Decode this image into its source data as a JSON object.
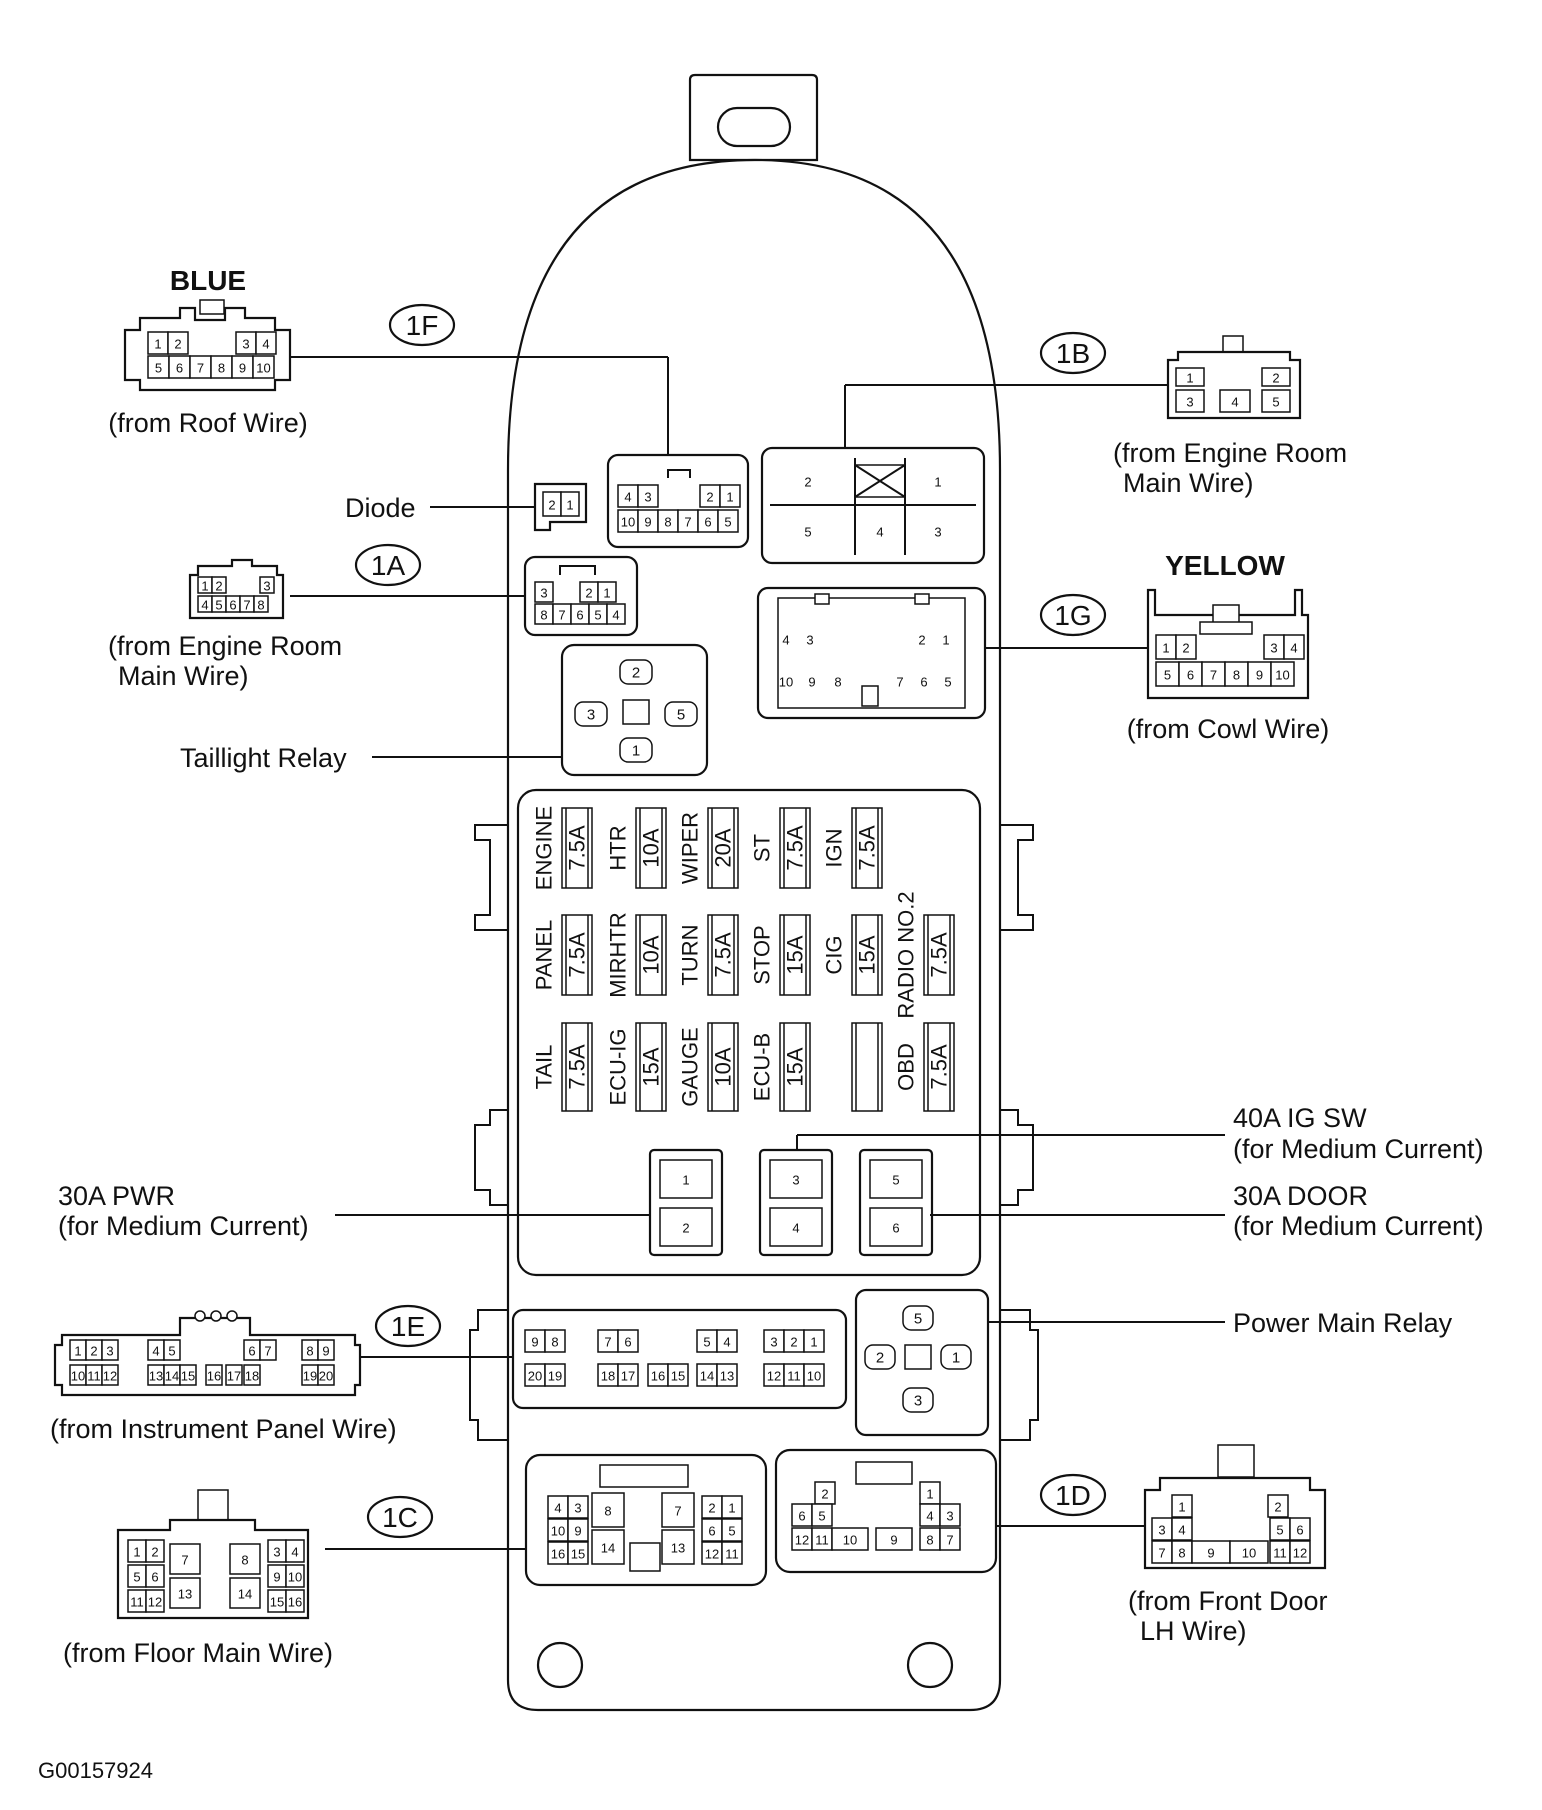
{
  "labels": {
    "blue": "BLUE",
    "yellow": "YELLOW",
    "from_roof": "(from Roof Wire)",
    "from_er_1": "(from Engine Room",
    "from_er_2": "Main Wire)",
    "from_er_b1": "(from Engine Room",
    "from_er_b2": "Main Wire)",
    "from_cowl": "(from Cowl Wire)",
    "diode": "Diode",
    "taillight_relay": "Taillight Relay",
    "pwr_1": "30A PWR",
    "pwr_2": "(for Medium Current)",
    "igsw_1": "40A IG SW",
    "igsw_2": "(for Medium Current)",
    "door_1": "30A DOOR",
    "door_2": "(for Medium Current)",
    "power_main_relay": "Power Main Relay",
    "from_ip": "(from Instrument Panel Wire)",
    "from_floor": "(from Floor Main Wire)",
    "from_fd_1": "(from Front Door",
    "from_fd_2": "LH Wire)",
    "figure_id": "G00157924"
  },
  "connector_tags": {
    "t1F": "1F",
    "t1B": "1B",
    "t1A": "1A",
    "t1G": "1G",
    "t1E": "1E",
    "t1C": "1C",
    "t1D": "1D"
  },
  "fuses": {
    "engine": "ENGINE",
    "engine_a": "7.5A",
    "htr": "HTR",
    "htr_a": "10A",
    "wiper": "WIPER",
    "wiper_a": "20A",
    "st": "ST",
    "st_a": "7.5A",
    "ign": "IGN",
    "ign_a": "7.5A",
    "panel": "PANEL",
    "panel_a": "7.5A",
    "mirhtr": "MIRHTR",
    "mirhtr_a": "10A",
    "turn": "TURN",
    "turn_a": "7.5A",
    "stop": "STOP",
    "stop_a": "15A",
    "cig": "CIG",
    "cig_a": "15A",
    "radio": "RADIO NO.2",
    "radio_a": "7.5A",
    "tail": "TAIL",
    "tail_a": "7.5A",
    "ecuig": "ECU-IG",
    "ecuig_a": "15A",
    "gauge": "GAUGE",
    "gauge_a": "10A",
    "ecub": "ECU-B",
    "ecub_a": "15A",
    "obd": "OBD",
    "obd_a": "7.5A"
  },
  "colors": {
    "line": "#111111",
    "background": "#ffffff"
  },
  "pins": {
    "roof_r1": [
      "1",
      "2",
      "3",
      "4"
    ],
    "roof_r2": [
      "5",
      "6",
      "7",
      "8",
      "9",
      "10"
    ],
    "c1b_r1": [
      "1",
      "2"
    ],
    "c1b_r2": [
      "3",
      "4",
      "5"
    ],
    "er_r1": [
      "1",
      "2",
      "3"
    ],
    "er_r2": [
      "4",
      "5",
      "6",
      "7",
      "8"
    ],
    "cowl_r1": [
      "1",
      "2",
      "3",
      "4"
    ],
    "cowl_r2": [
      "5",
      "6",
      "7",
      "8",
      "9",
      "10"
    ],
    "diode": [
      "2",
      "1"
    ],
    "f1_r1": [
      "4",
      "3",
      "2",
      "1"
    ],
    "f1_r2": [
      "10",
      "9",
      "8",
      "7",
      "6",
      "5"
    ],
    "b1_top": [
      "2",
      "1"
    ],
    "b1_bot": [
      "5",
      "4",
      "3"
    ],
    "a1_r1": [
      "3",
      "2",
      "1"
    ],
    "a1_r2": [
      "8",
      "7",
      "6",
      "5",
      "4"
    ],
    "g1_r1": [
      "4",
      "3",
      "2",
      "1"
    ],
    "g1_r2": [
      "10",
      "9",
      "8",
      "7",
      "6",
      "5"
    ],
    "relay_t": [
      "2",
      "3",
      "5",
      "1"
    ],
    "fl": [
      "1",
      "2",
      "3",
      "4",
      "5",
      "6"
    ],
    "pmr": [
      "5",
      "2",
      "1",
      "3"
    ],
    "e1_r1": [
      "9",
      "8",
      "7",
      "6",
      "5",
      "4",
      "3",
      "2",
      "1"
    ],
    "e1_r2": [
      "20",
      "19",
      "18",
      "17",
      "16",
      "15",
      "14",
      "13",
      "12",
      "11",
      "10"
    ],
    "ip_r1": [
      "1",
      "2",
      "3",
      "4",
      "5",
      "6",
      "7",
      "8",
      "9"
    ],
    "ip_r2": [
      "10",
      "11",
      "12",
      "13",
      "14",
      "15",
      "16",
      "17",
      "18",
      "19",
      "20"
    ],
    "c1c_l": [
      "4",
      "3",
      "10",
      "9",
      "16",
      "15"
    ],
    "c1c_m": [
      "8",
      "14",
      "7",
      "13"
    ],
    "c1c_r": [
      "2",
      "1",
      "6",
      "5",
      "12",
      "11"
    ],
    "flr_l": [
      "1",
      "2",
      "5",
      "6",
      "11",
      "12"
    ],
    "flr_m": [
      "7",
      "13",
      "8",
      "14"
    ],
    "flr_r": [
      "3",
      "4",
      "9",
      "10",
      "15",
      "16"
    ],
    "d1": [
      "2",
      "1",
      "6",
      "5",
      "4",
      "3",
      "12",
      "11",
      "10",
      "9",
      "8",
      "7"
    ],
    "fdl": [
      "1",
      "2",
      "3",
      "4",
      "5",
      "6",
      "7",
      "8",
      "9",
      "10",
      "11",
      "12"
    ]
  }
}
